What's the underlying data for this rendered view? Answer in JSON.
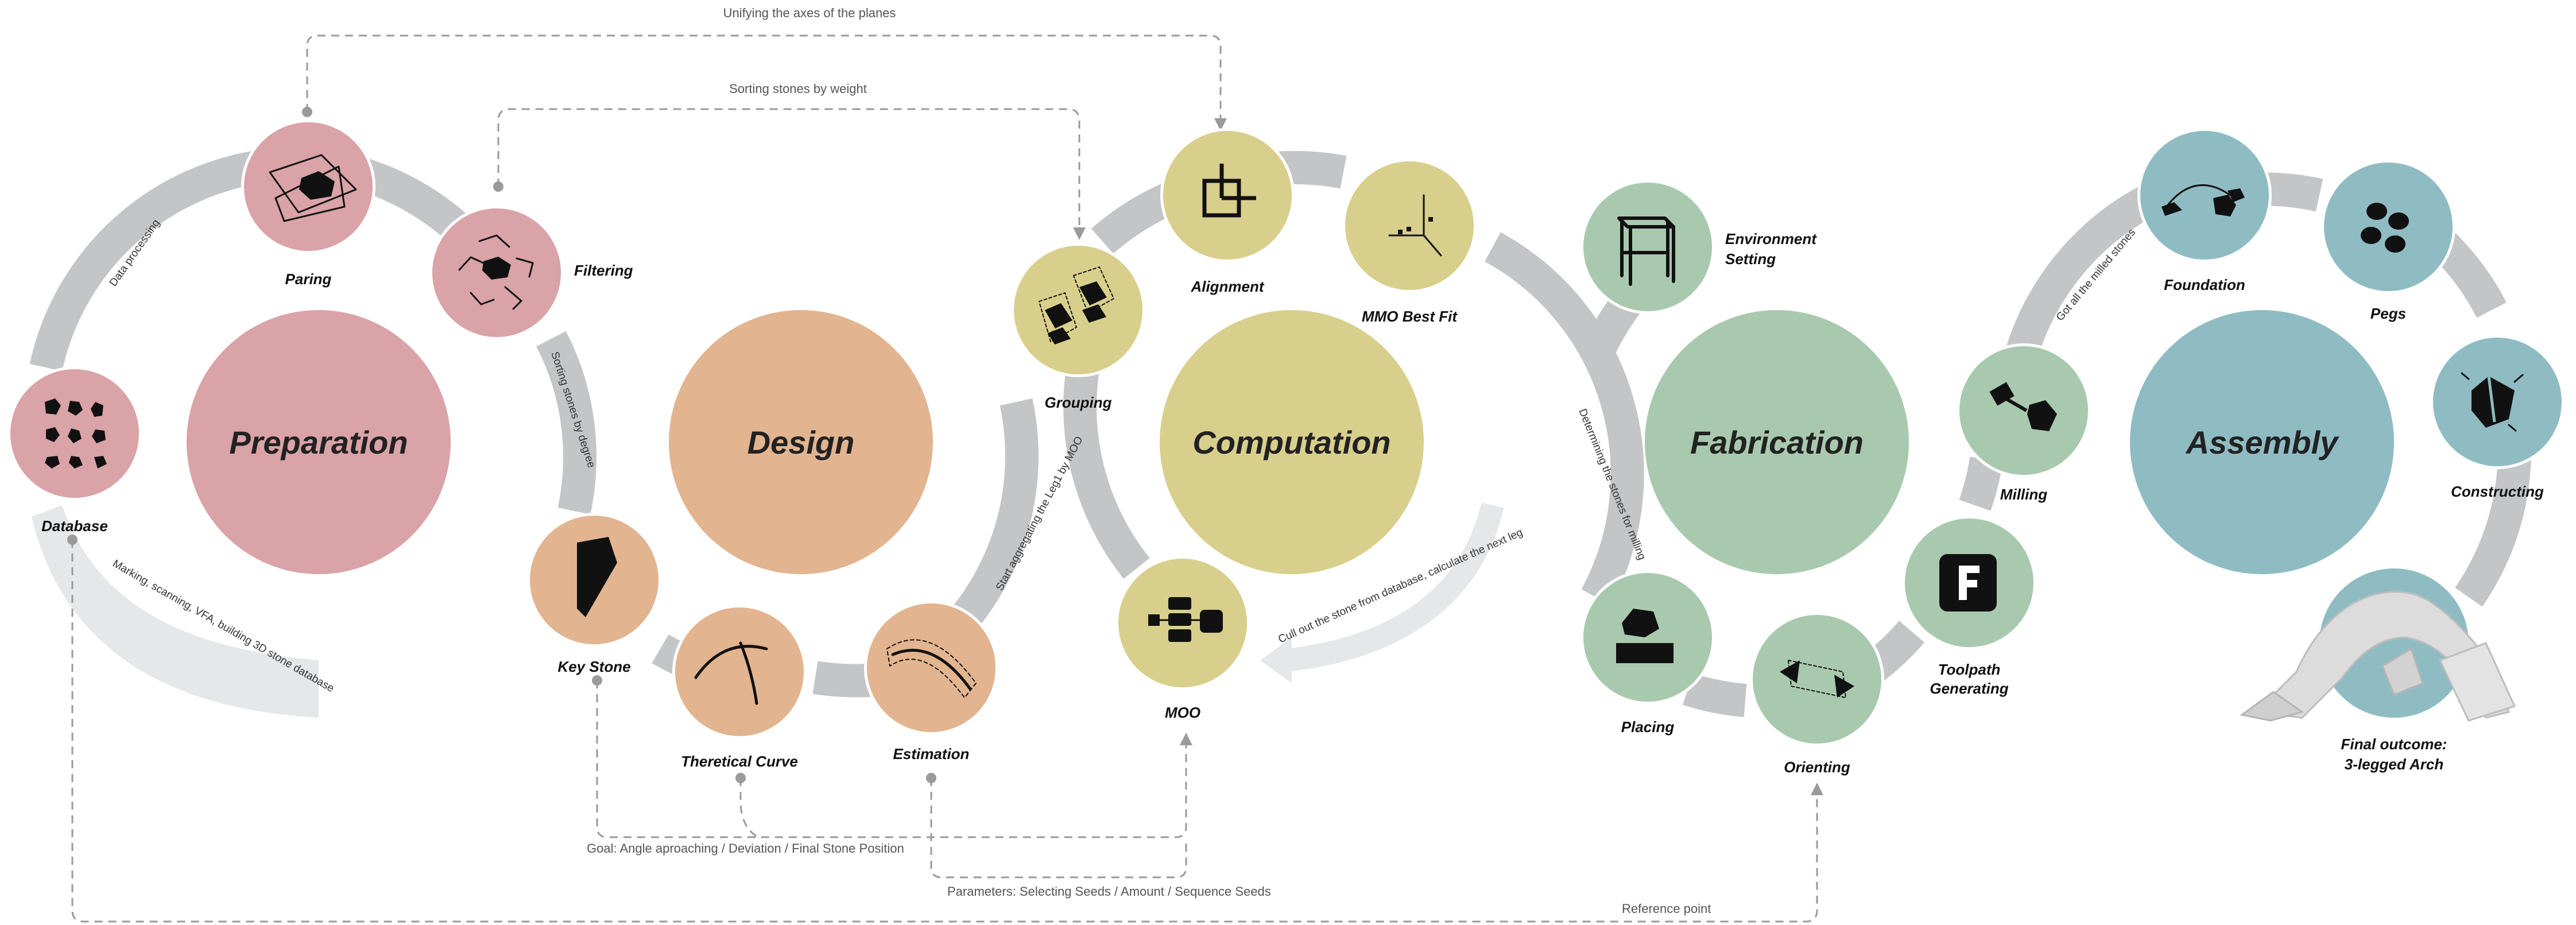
{
  "colors": {
    "preparation": "#d9a3a8",
    "design": "#e2b48f",
    "computation": "#d8cf8c",
    "fabrication": "#a9c9ae",
    "assembly": "#8fbcc2",
    "band": "#c4c5c7",
    "band_light": "#e6e7e8",
    "annotation": "#555555"
  },
  "stages": [
    {
      "label": "Preparation",
      "color": "#d9a3a8"
    },
    {
      "label": "Design",
      "color": "#e2b48f"
    },
    {
      "label": "Computation",
      "color": "#d8cf8c"
    },
    {
      "label": "Fabrication",
      "color": "#a9c9ae"
    },
    {
      "label": "Assembly",
      "color": "#8fbcc2"
    }
  ],
  "steps": {
    "database": {
      "label": "Database",
      "icon": "stones-grid-icon"
    },
    "paring": {
      "label": "Paring",
      "icon": "paring-icon"
    },
    "filtering": {
      "label": "Filtering",
      "icon": "filtering-icon"
    },
    "key_stone": {
      "label": "Key Stone",
      "icon": "key-stone-icon"
    },
    "theoretical_curve": {
      "label": "Theretical Curve",
      "icon": "curve-icon"
    },
    "estimation": {
      "label": "Estimation",
      "icon": "estimation-icon"
    },
    "grouping": {
      "label": "Grouping",
      "icon": "grouping-icon"
    },
    "alignment": {
      "label": "Alignment",
      "icon": "alignment-icon"
    },
    "mmo_best_fit": {
      "label": "MMO Best Fit",
      "icon": "axes-icon"
    },
    "moo": {
      "label": "MOO",
      "icon": "flowchart-icon"
    },
    "environment_setting": {
      "label_line1": "Environment",
      "label_line2": "Setting",
      "icon": "frame-icon"
    },
    "placing": {
      "label": "Placing",
      "icon": "placing-icon"
    },
    "orienting": {
      "label": "Orienting",
      "icon": "orienting-icon"
    },
    "toolpath_generating": {
      "label_line1": "Toolpath",
      "label_line2": "Generating",
      "icon": "f-letter-icon"
    },
    "milling": {
      "label": "Milling",
      "icon": "milling-icon"
    },
    "foundation": {
      "label": "Foundation",
      "icon": "foundation-icon"
    },
    "pegs": {
      "label": "Pegs",
      "icon": "pegs-icon"
    },
    "constructing": {
      "label": "Constructing",
      "icon": "constructing-icon"
    },
    "final_outcome": {
      "label_line1": "Final outcome:",
      "label_line2": "3-legged Arch",
      "icon": "arch-icon"
    }
  },
  "arc_labels": {
    "data_processing": "Data processing",
    "sorting_by_degree": "Sorting stones by degree",
    "marking_scanning": "Marking, scanning, VFA, building 3D stone database",
    "start_aggregating": "Start aggregating the Leg1 by MOO",
    "cull_out": "Cull out the stone from database, calculate the next leg",
    "determining": "Determining the stones for milling",
    "got_all_milled": "Got all the milled stones"
  },
  "annotations": {
    "unifying_axes": "Unifying the axes of the planes",
    "sorting_by_weight": "Sorting stones by weight",
    "goal": "Goal:  Angle aproaching / Deviation / Final Stone Position",
    "parameters": "Parameters: Selecting Seeds / Amount / Sequence Seeds",
    "reference_point": "Reference point"
  }
}
